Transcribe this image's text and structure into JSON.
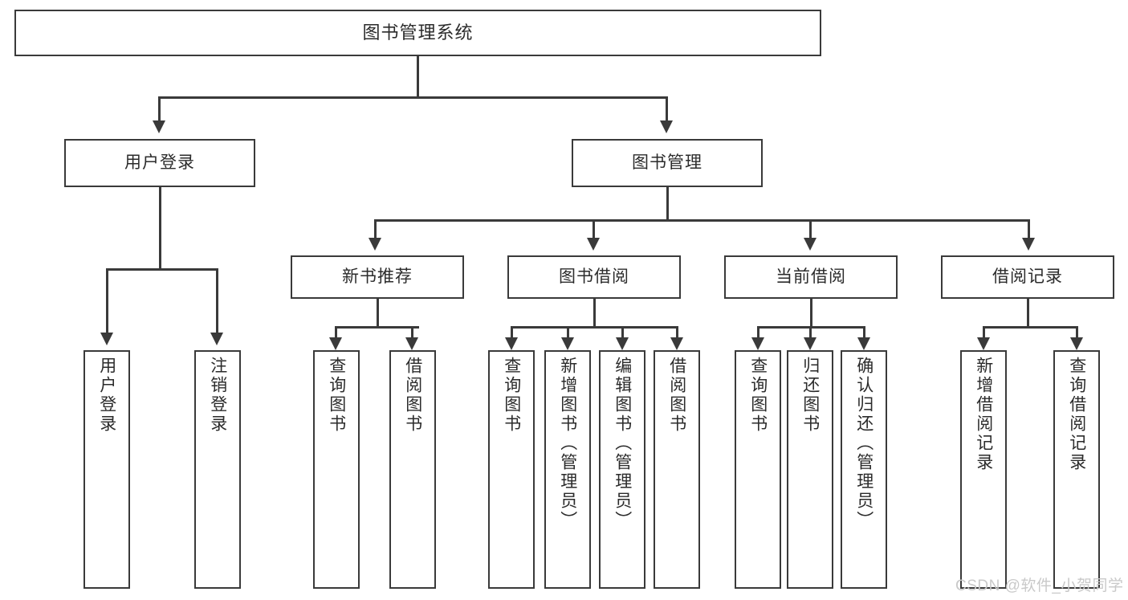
{
  "diagram": {
    "title_text": "图书管理系统",
    "type": "tree-hierarchy-diagram",
    "watermark": "CSDN @软件_小贺同学",
    "colors": {
      "stroke": "#3a3a3a",
      "fill": "#ffffff",
      "text": "#2b2b2b",
      "watermark": "#c9c9c9"
    },
    "nodes": {
      "root": {
        "label": "图书管理系统"
      },
      "level1": [
        {
          "label": "用户登录"
        },
        {
          "label": "图书管理"
        }
      ],
      "level2": [
        {
          "label": "新书推荐"
        },
        {
          "label": "图书借阅"
        },
        {
          "label": "当前借阅"
        },
        {
          "label": "借阅记录"
        }
      ],
      "leaves_user_login": [
        {
          "label": "用户登录"
        },
        {
          "label": "注销登录"
        }
      ],
      "leaves_new_books": [
        {
          "label": "查询图书"
        },
        {
          "label": "借阅图书"
        }
      ],
      "leaves_borrow": [
        {
          "label": "查询图书"
        },
        {
          "label": "新增图书（管理员）"
        },
        {
          "label": "编辑图书（管理员）"
        },
        {
          "label": "借阅图书"
        }
      ],
      "leaves_current": [
        {
          "label": "查询图书"
        },
        {
          "label": "归还图书"
        },
        {
          "label": "确认归还（管理员）"
        }
      ],
      "leaves_records": [
        {
          "label": "新增借阅记录"
        },
        {
          "label": "查询借阅记录"
        }
      ]
    }
  }
}
